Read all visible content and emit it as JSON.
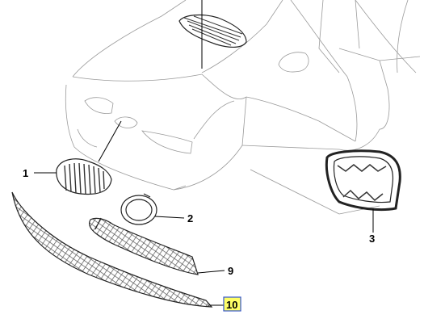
{
  "diagram": {
    "callouts": [
      {
        "id": "1",
        "label": "1"
      },
      {
        "id": "2",
        "label": "2"
      },
      {
        "id": "3",
        "label": "3"
      },
      {
        "id": "9",
        "label": "9"
      },
      {
        "id": "10",
        "label": "10"
      }
    ],
    "highlight_color": "#ffff66"
  }
}
